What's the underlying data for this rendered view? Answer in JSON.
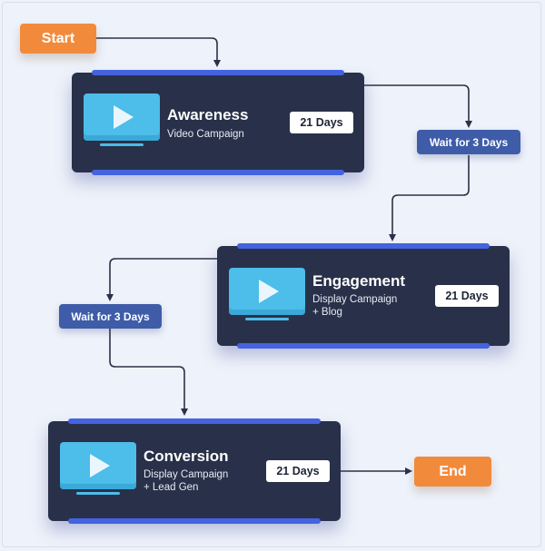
{
  "start": {
    "label": "Start"
  },
  "end": {
    "label": "End"
  },
  "stages": [
    {
      "title": "Awareness",
      "subtitle": "Video Campaign",
      "duration": "21 Days",
      "icon": "video-monitor-icon"
    },
    {
      "title": "Engagement",
      "subtitle": "Display Campaign\n+ Blog",
      "duration": "21 Days",
      "icon": "video-monitor-icon"
    },
    {
      "title": "Conversion",
      "subtitle": "Display Campaign\n+ Lead Gen",
      "duration": "21 Days",
      "icon": "video-monitor-icon"
    }
  ],
  "waits": [
    {
      "label": "Wait for 3 Days"
    },
    {
      "label": "Wait for 3 Days"
    }
  ],
  "colors": {
    "terminal": "#f28a3c",
    "wait": "#3f5ca8",
    "card": "#283149",
    "card_accent": "#4463e0",
    "monitor": "#4dbde9",
    "background": "#eef2fa",
    "connector": "#2b3247"
  }
}
